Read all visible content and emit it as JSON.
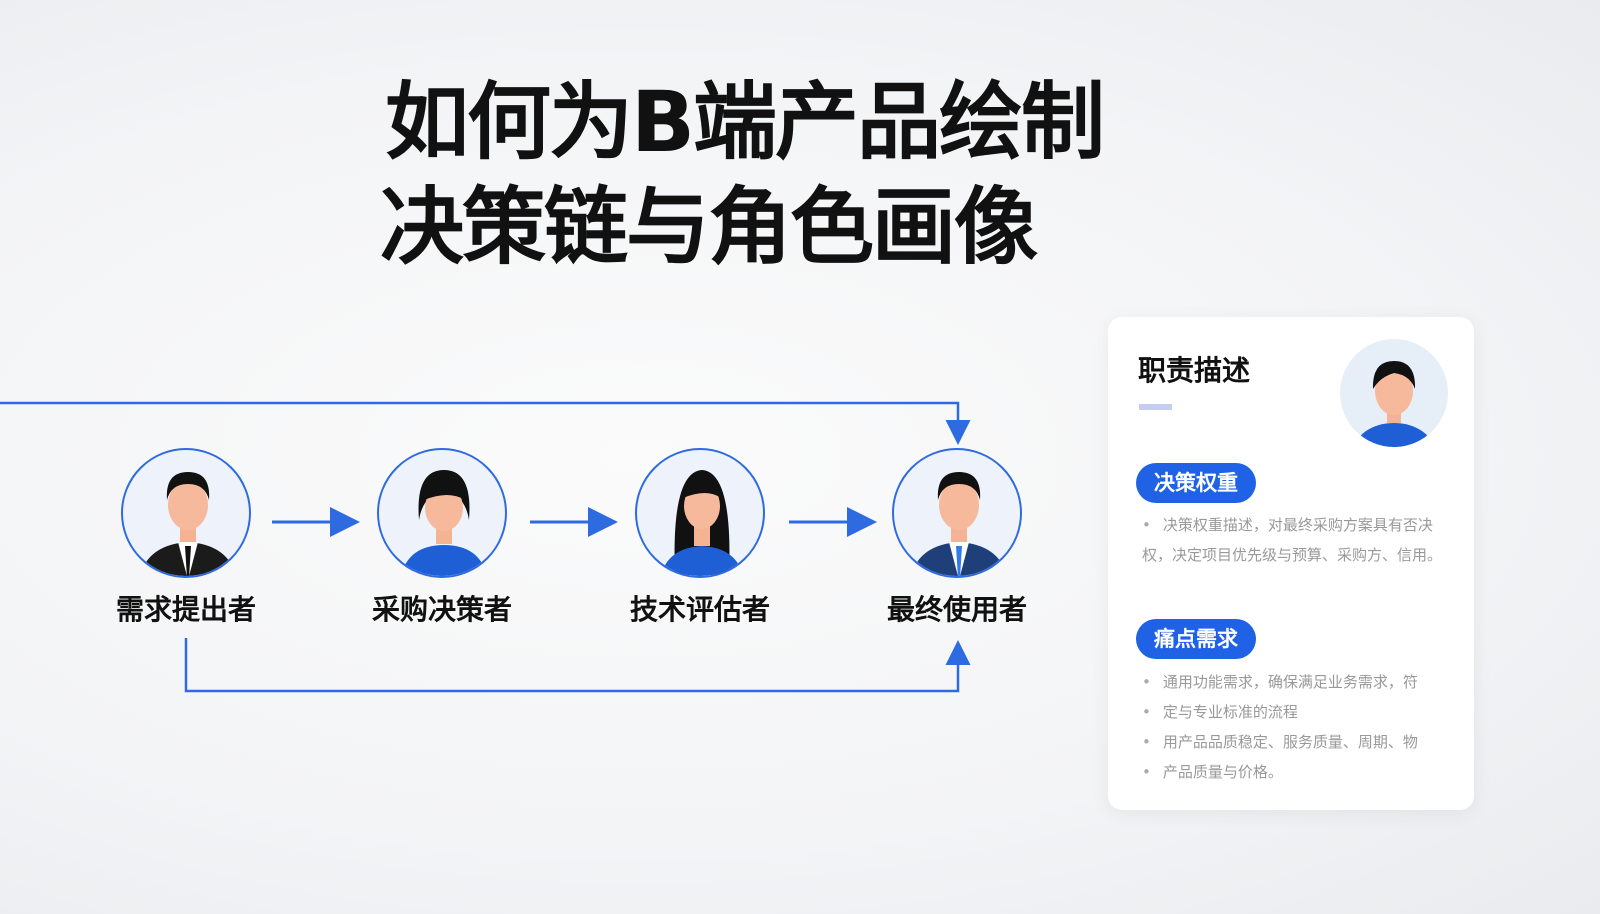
{
  "title": {
    "line1": "如何为B端产品绘制",
    "line2": "决策链与角色画像"
  },
  "flow": {
    "roles": [
      {
        "label": "需求提出者",
        "icon": "man-suit-icon"
      },
      {
        "label": "采购决策者",
        "icon": "woman-icon"
      },
      {
        "label": "技术评估者",
        "icon": "woman-long-hair-icon"
      },
      {
        "label": "最终使用者",
        "icon": "man-blue-suit-icon"
      }
    ],
    "accent": "#2f6be0"
  },
  "card": {
    "title": "职责描述",
    "section1": {
      "label": "决策权重",
      "items": [
        "决策权重描述，对最终采购方案具有否决权，决定项目优先级与预算、采购方、信用。"
      ]
    },
    "section2": {
      "label": "痛点需求",
      "items": [
        "通用功能需求，确保满足业务需求，符",
        "定与专业标准的流程",
        "用产品品质稳定、服务质量、周期、物",
        "产品质量与价格。"
      ]
    }
  }
}
